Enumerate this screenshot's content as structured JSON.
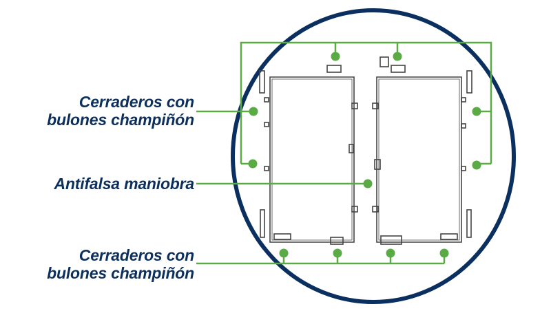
{
  "colors": {
    "circle": "#0b2f5e",
    "callout": "#5aab46",
    "text": "#0d2f5c",
    "drawing": "#444444"
  },
  "labels": {
    "top_line1": "Cerraderos con",
    "top_line2": "bulones champiñón",
    "middle": "Antifalsa maniobra",
    "bottom_line1": "Cerraderos con",
    "bottom_line2": "bulones champiñón"
  }
}
